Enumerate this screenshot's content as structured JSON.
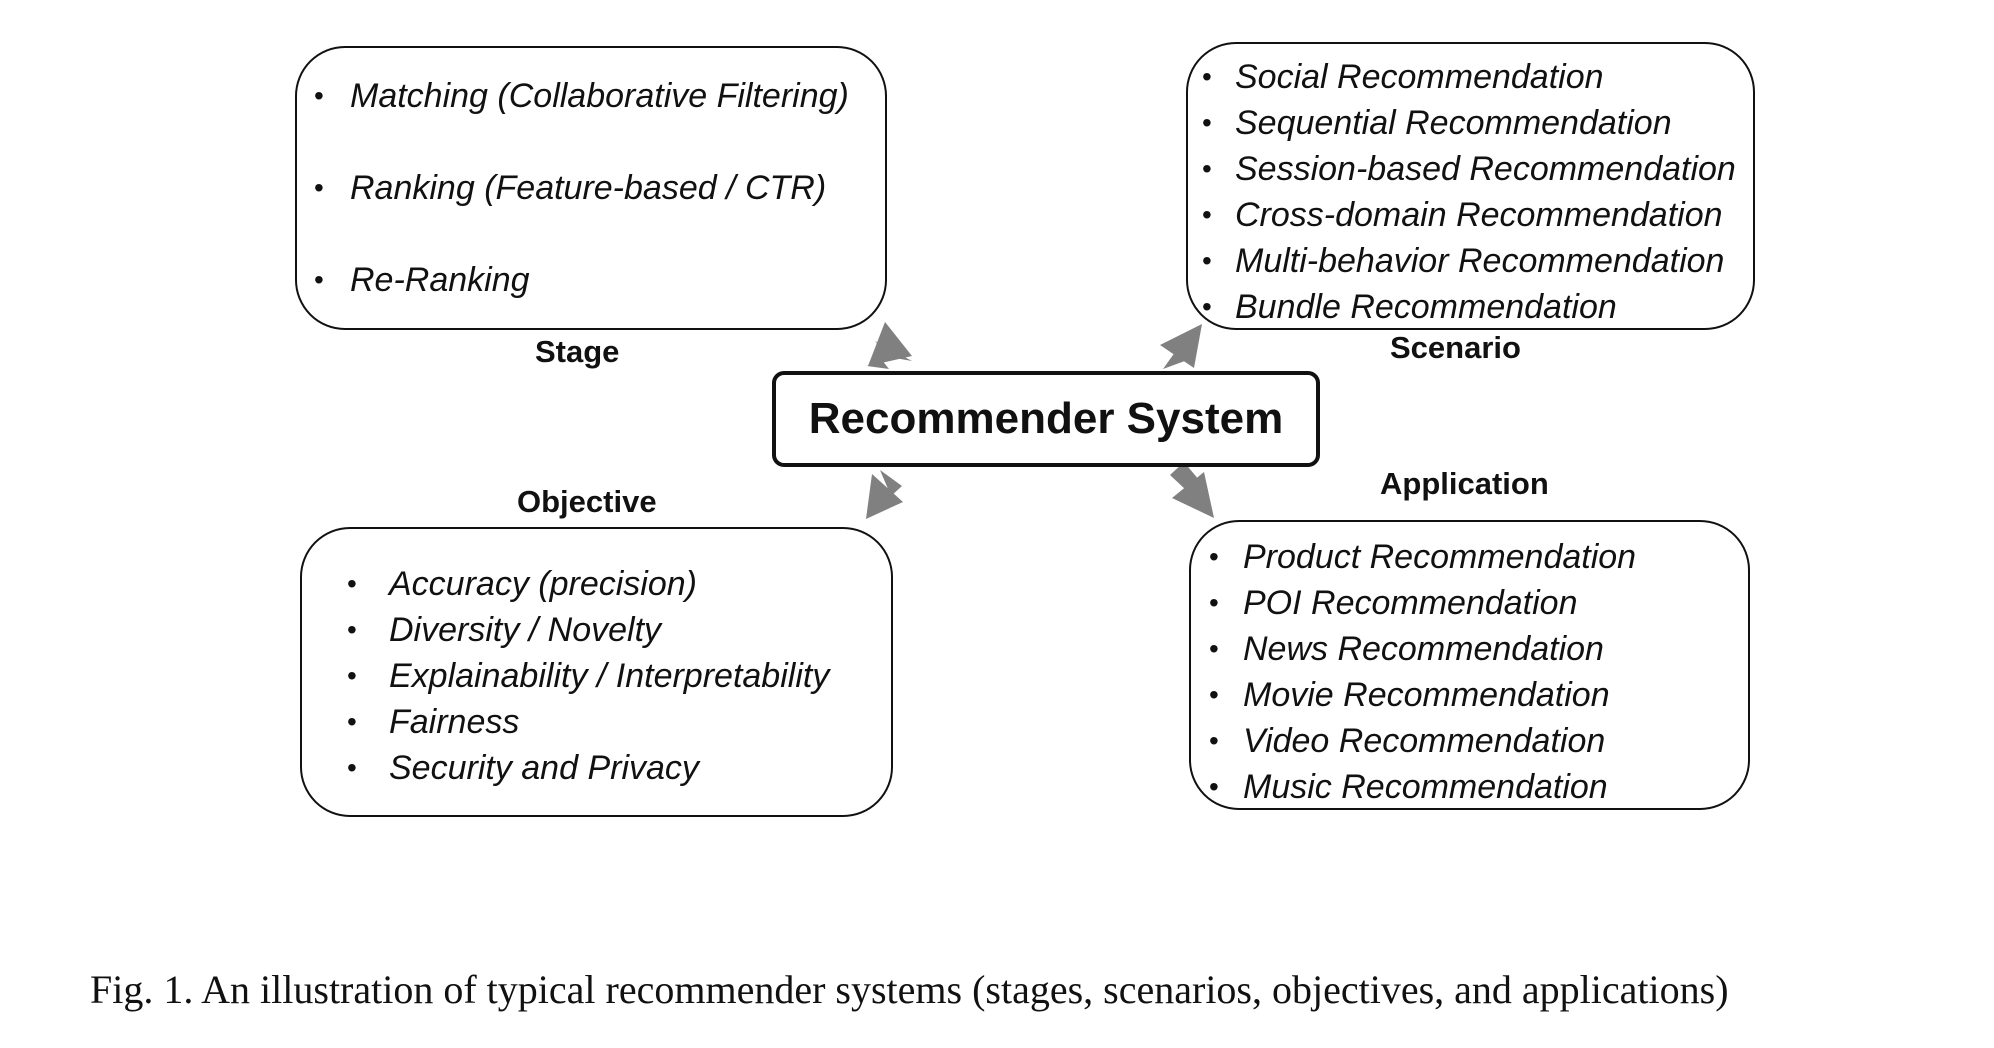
{
  "center": {
    "title": "Recommender System"
  },
  "stage": {
    "heading": "Stage",
    "items": [
      "Matching (Collaborative Filtering)",
      "Ranking (Feature-based / CTR)",
      "Re-Ranking"
    ]
  },
  "scenario": {
    "heading": "Scenario",
    "items": [
      "Social Recommendation",
      "Sequential Recommendation",
      "Session-based Recommendation",
      "Cross-domain Recommendation",
      "Multi-behavior Recommendation",
      "Bundle Recommendation"
    ]
  },
  "objective": {
    "heading": "Objective",
    "items": [
      "Accuracy (precision)",
      "Diversity / Novelty",
      "Explainability / Interpretability",
      "Fairness",
      "Security and Privacy"
    ]
  },
  "application": {
    "heading": "Application",
    "items": [
      "Product Recommendation",
      "POI Recommendation",
      "News Recommendation",
      "Movie Recommendation",
      "Video Recommendation",
      "Music Recommendation"
    ]
  },
  "bullet_glyph": "•",
  "caption": "Fig. 1.  An illustration of typical recommender systems (stages, scenarios, objectives, and applications)",
  "colors": {
    "arrow": "#808080",
    "stroke": "#111111",
    "background": "#ffffff"
  }
}
